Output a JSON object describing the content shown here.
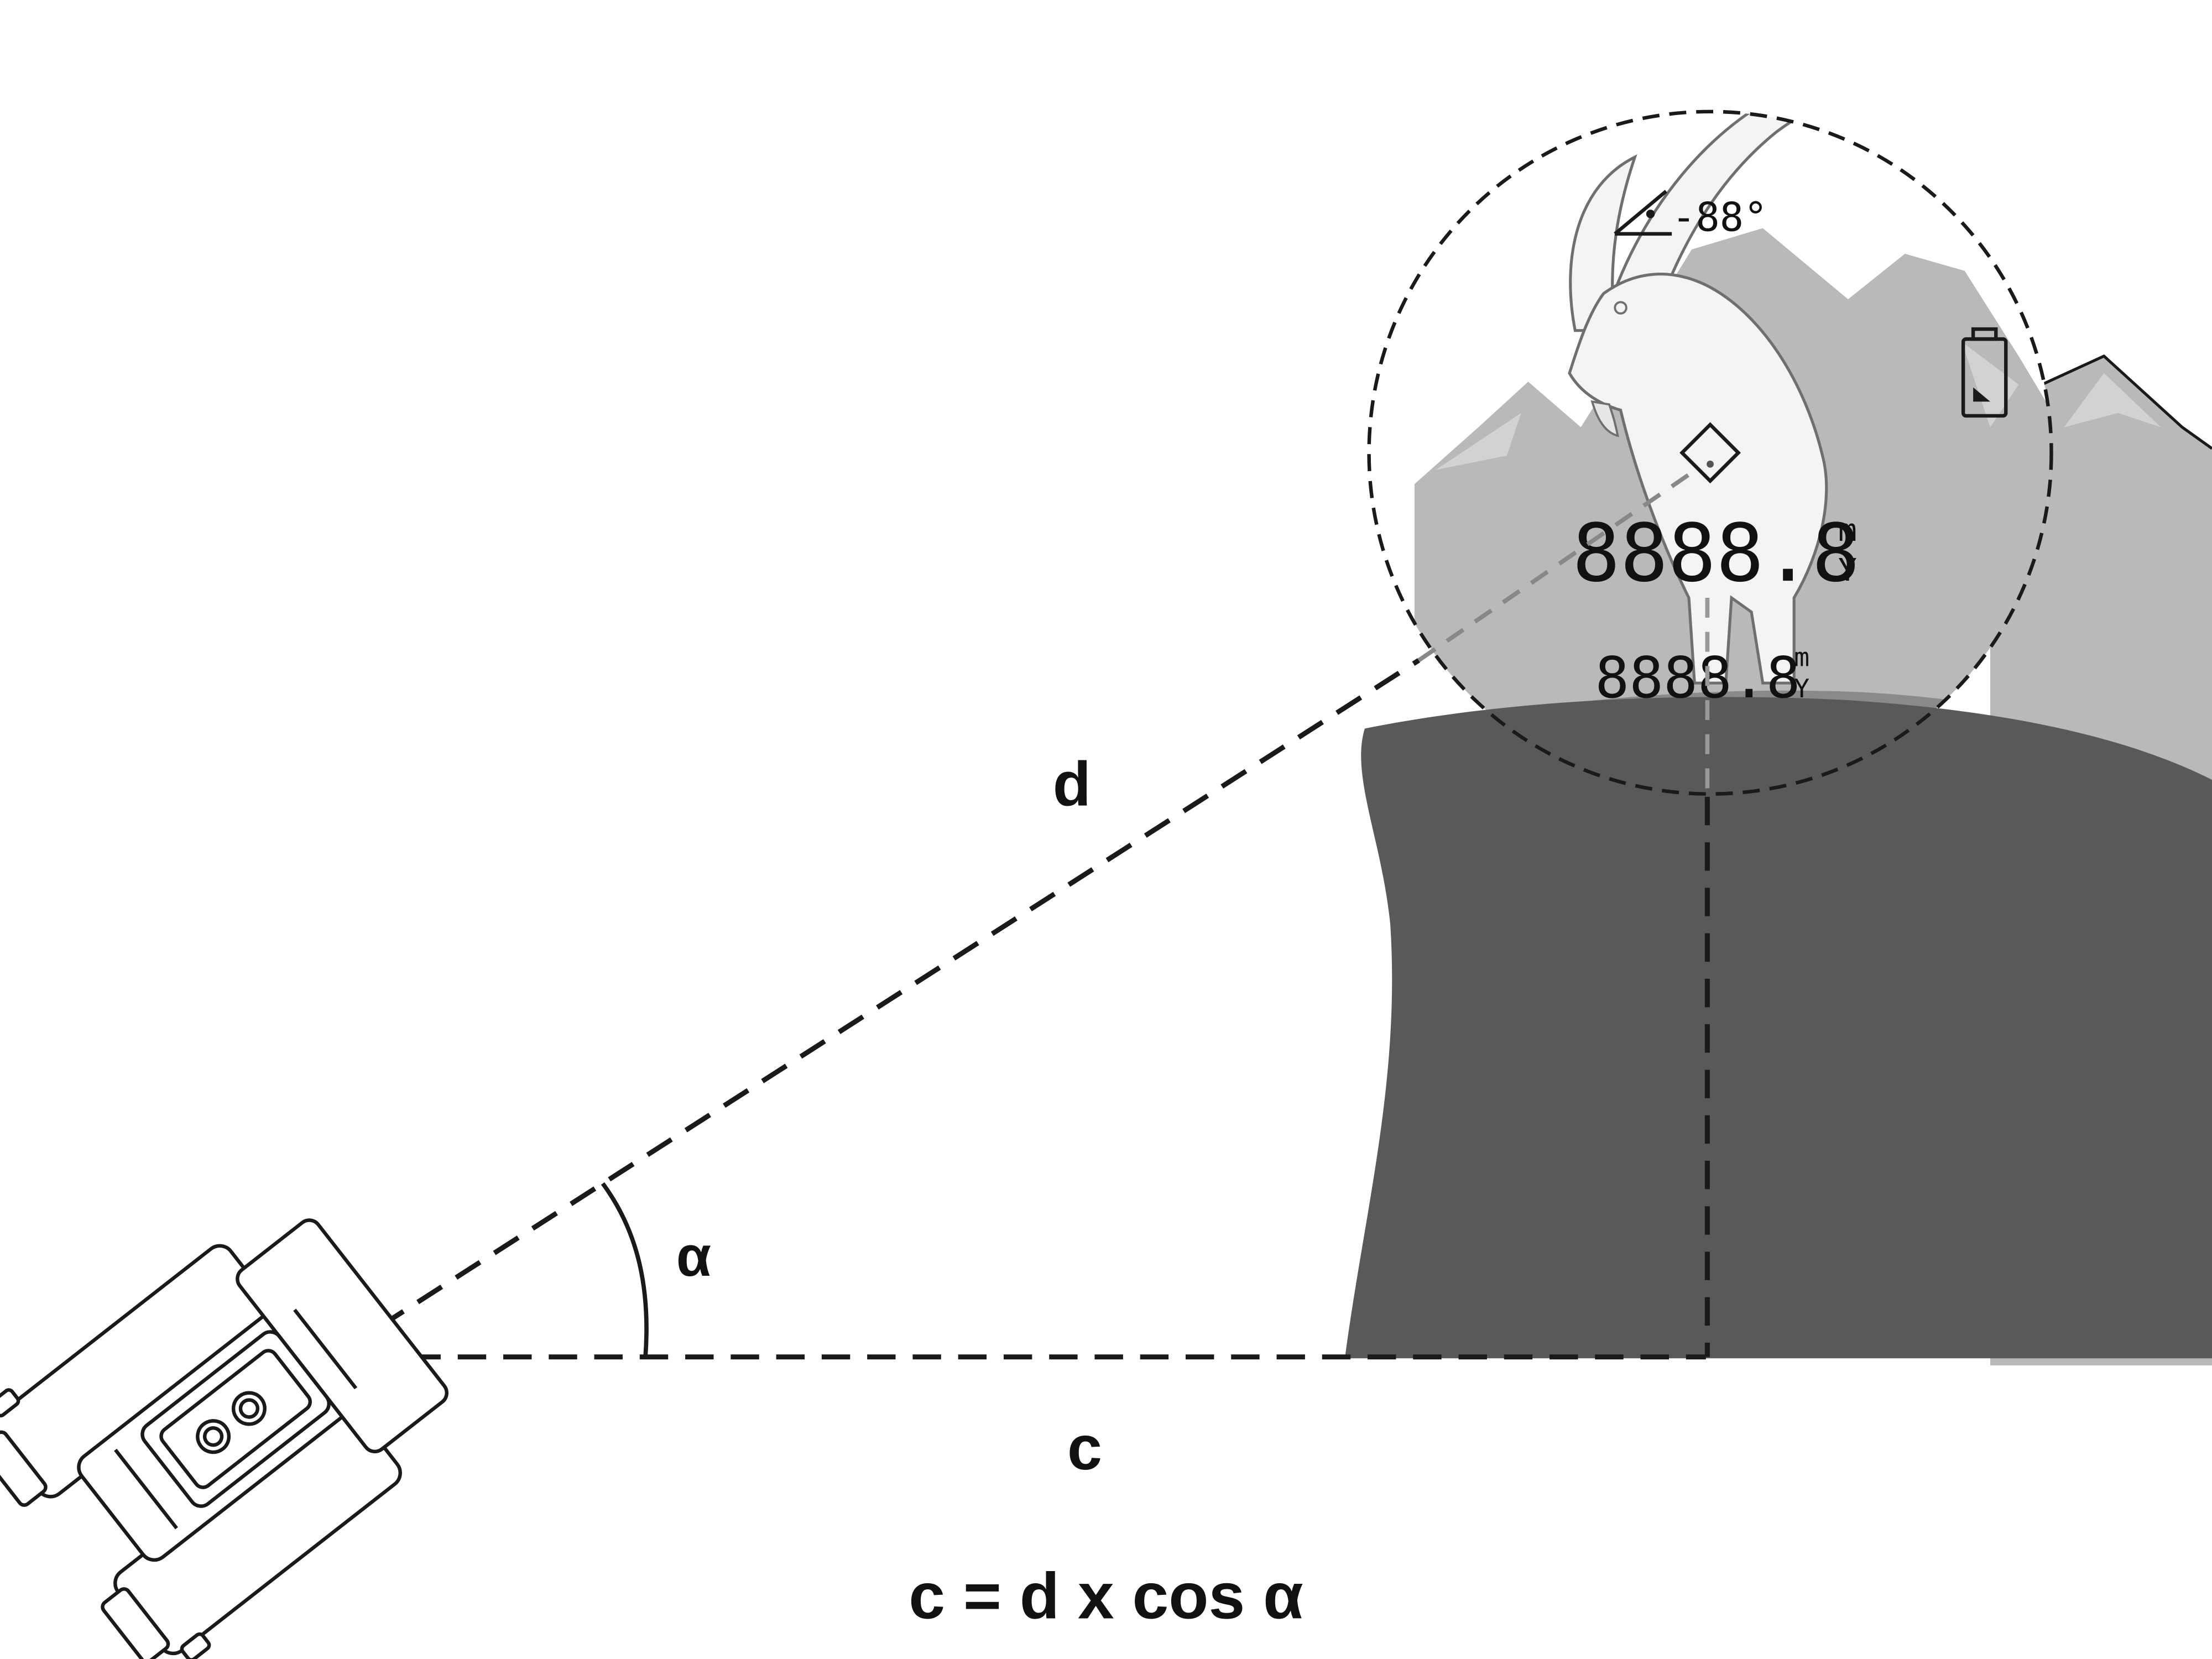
{
  "labels": {
    "hypotenuse": "d",
    "angle": "α",
    "base": "c",
    "formula": "c = d x cos α"
  },
  "display": {
    "angle_reading": "-88°",
    "primary_distance": "8888.8",
    "secondary_distance": "8888.8",
    "unit_meters": "m",
    "unit_yards": "Y"
  },
  "colors": {
    "cliff": "#595959",
    "mountain": "#b9b9b9",
    "mountain_light": "#d2d2d2",
    "ibex": "#f4f4f4",
    "outline": "#1a1a1a"
  },
  "icons": {
    "binoculars": "binoculars-icon",
    "battery": "battery-icon",
    "angle": "angle-icon",
    "reticle": "reticle-icon"
  }
}
